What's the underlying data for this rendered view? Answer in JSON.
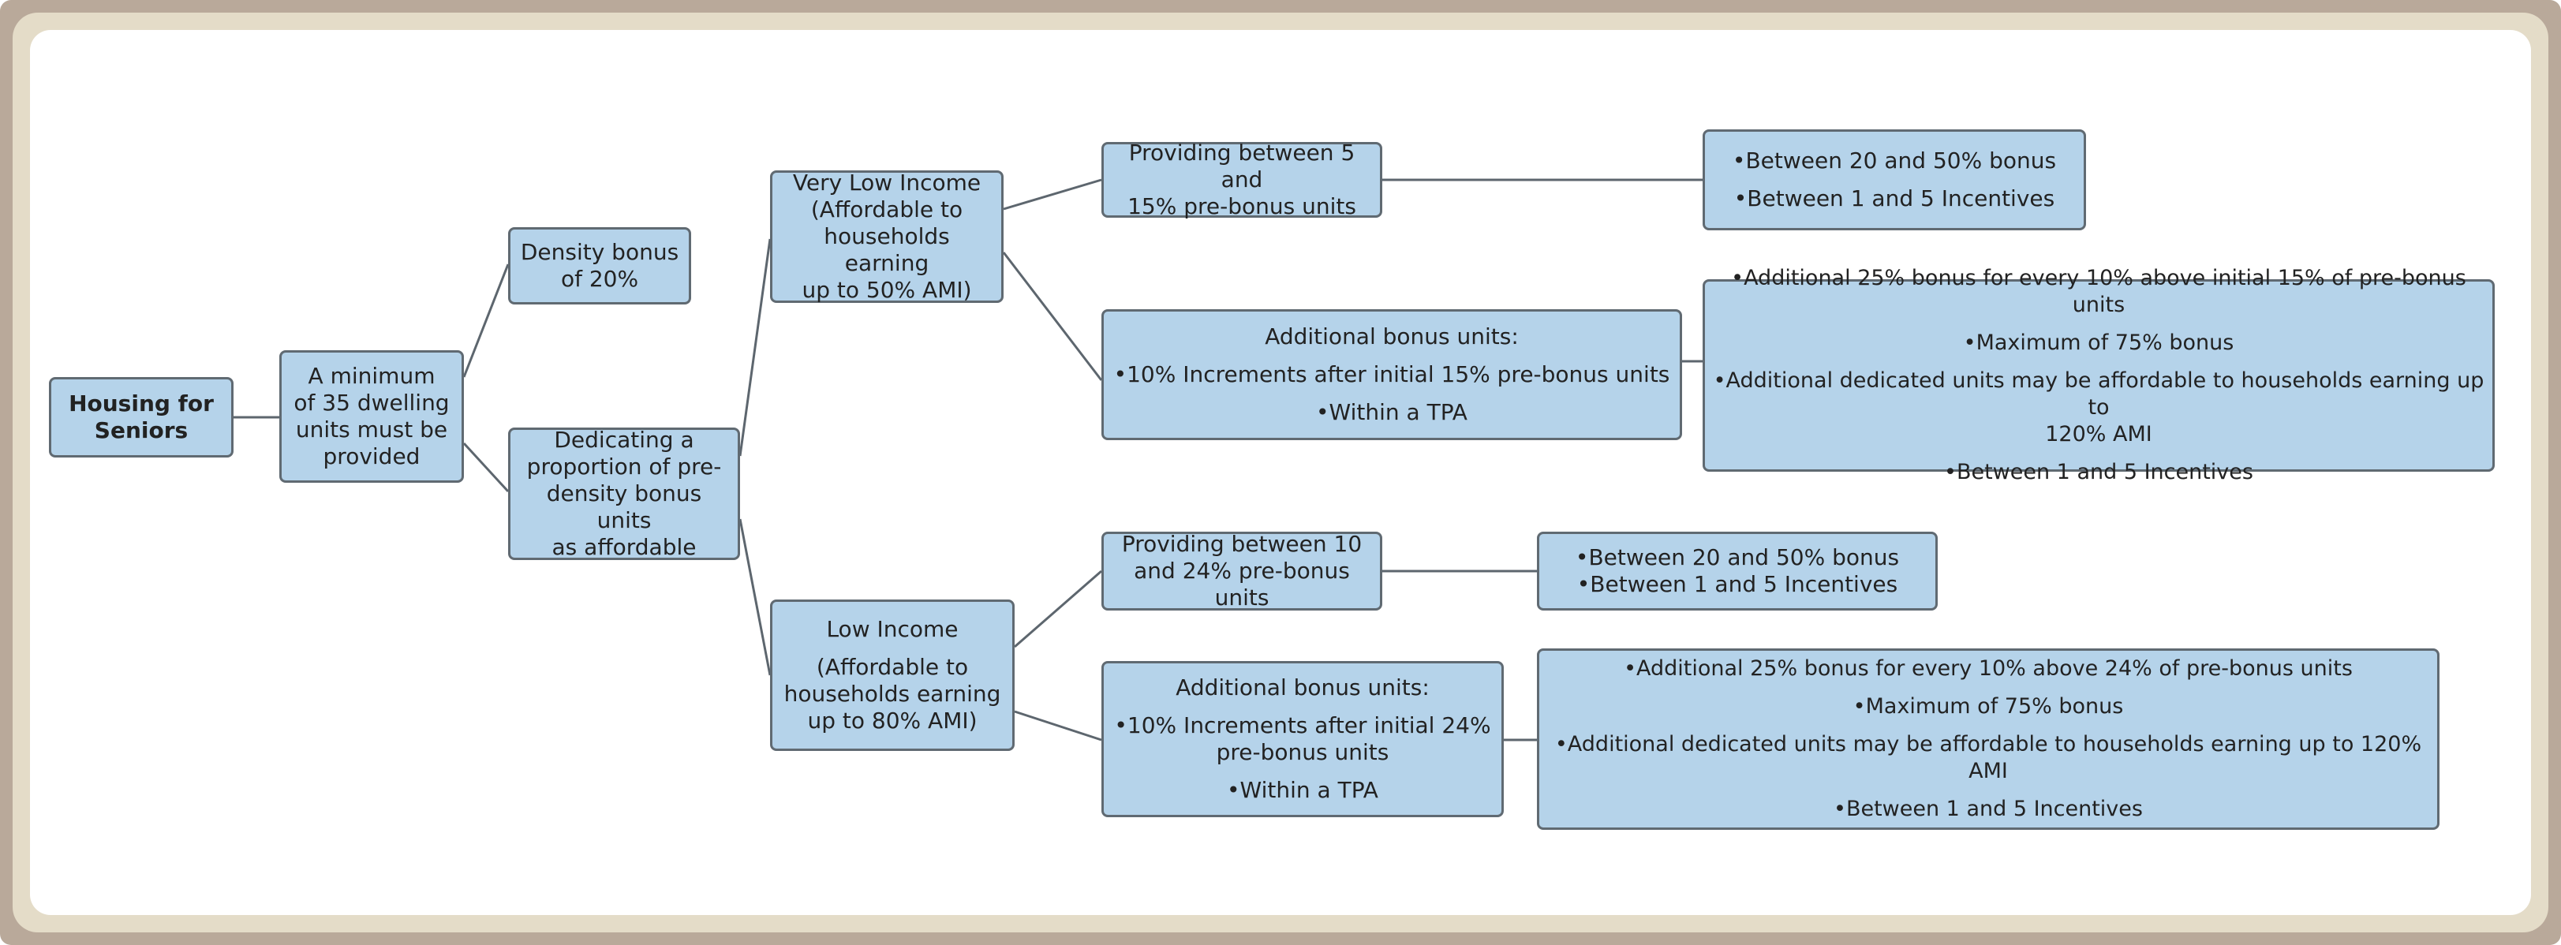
{
  "diagram": {
    "root": {
      "lines": [
        "Housing for",
        "Seniors"
      ]
    },
    "minimum": {
      "lines": [
        "A minimum",
        "of 35 dwelling",
        "units must be",
        "provided"
      ]
    },
    "density_bonus": {
      "lines": [
        "Density bonus",
        "of 20%"
      ]
    },
    "dedicating": {
      "lines": [
        "Dedicating a",
        "proportion of pre-",
        "density bonus units",
        "as affordable"
      ]
    },
    "very_low_income": {
      "lines": [
        "Very Low Income",
        "(Affordable to",
        "households earning",
        "up to 50% AMI)"
      ]
    },
    "low_income": {
      "title": "Low Income",
      "lines": [
        "(Affordable to",
        "households earning",
        "up to 80% AMI)"
      ]
    },
    "vli_providing": {
      "lines": [
        "Providing between 5 and",
        "15% pre-bonus units"
      ]
    },
    "vli_additional": {
      "lines": [
        "Additional bonus units:",
        "•10% Increments after initial 15% pre-bonus units",
        "•Within a TPA"
      ]
    },
    "li_providing": {
      "lines": [
        "Providing between 10",
        "and 24% pre-bonus units"
      ]
    },
    "li_additional": {
      "title": "Additional bonus units:",
      "lines": [
        "•10% Increments after initial 24%",
        "pre-bonus units",
        "•Within a TPA"
      ]
    },
    "vli_providing_result": {
      "lines": [
        "•Between 20 and 50% bonus",
        "•Between 1 and 5 Incentives"
      ]
    },
    "vli_additional_result": {
      "lines": [
        "•Additional 25% bonus for every 10% above initial 15% of pre-bonus units",
        "•Maximum of 75% bonus",
        "•Additional dedicated units may be affordable to households earning up to",
        "120% AMI",
        "•Between 1 and 5 Incentives"
      ]
    },
    "li_providing_result": {
      "lines": [
        "•Between 20 and 50% bonus",
        "•Between 1 and 5 Incentives"
      ]
    },
    "li_additional_result": {
      "lines": [
        "•Additional 25% bonus for every 10% above 24% of pre-bonus units",
        "•Maximum of 75% bonus",
        "•Additional dedicated units may be affordable to households earning up to 120% AMI",
        "•Between 1 and 5 Incentives"
      ]
    }
  },
  "colors": {
    "node_fill": "#b5d3ea",
    "node_border": "#606a72",
    "connector": "#5d666e",
    "frame_outer": "#b9a99a",
    "frame_inner": "#e4dcc8"
  }
}
